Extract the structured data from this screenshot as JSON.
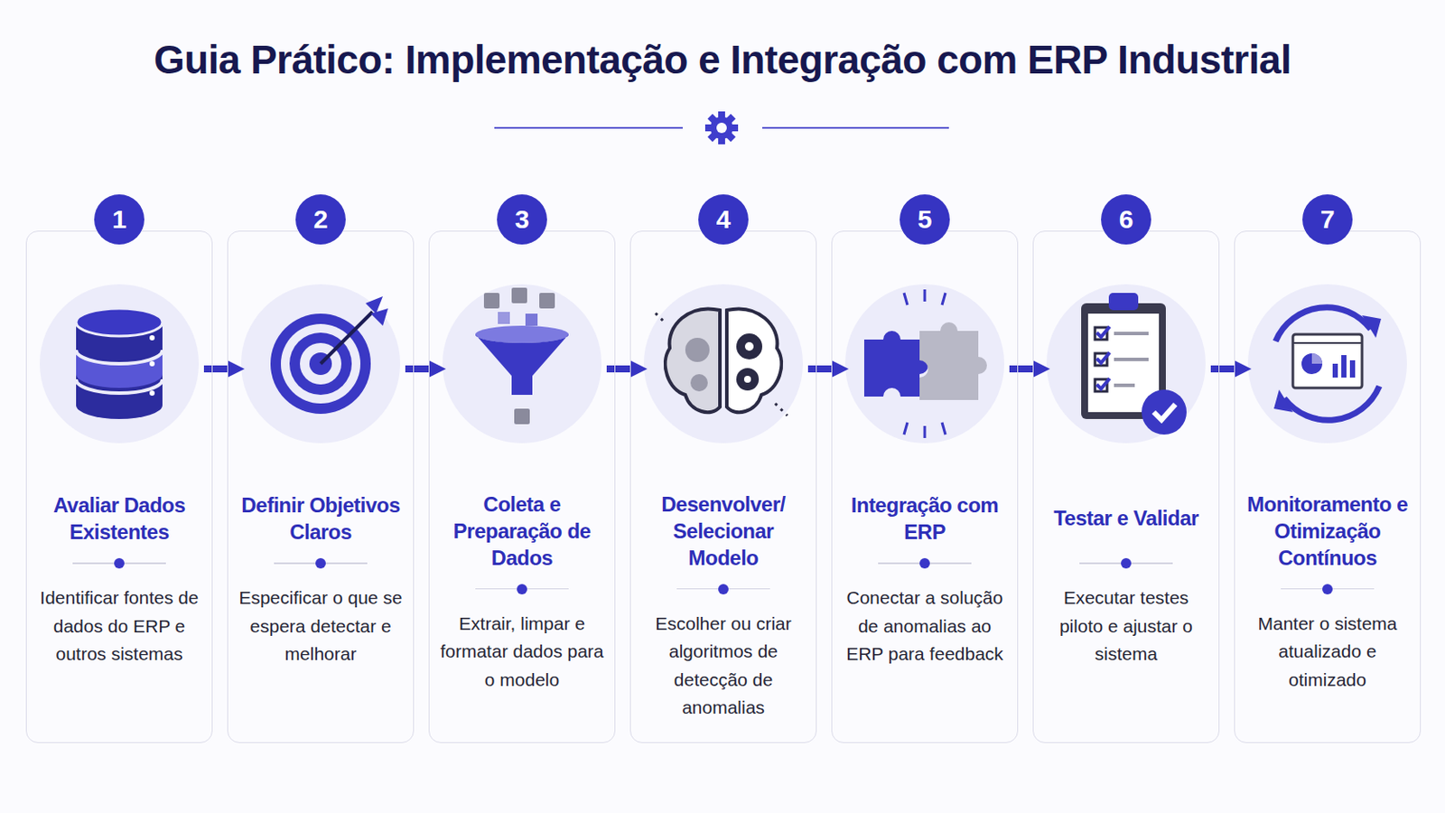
{
  "diagram": {
    "title": "Guia Prático: Implementação e Integração com ERP Industrial",
    "nodes": [
      {
        "text": [
          "Avaliar Dados Existentes",
          "Identificar fontes de dados do ERP e outros sistemas"
        ]
      },
      {
        "text": [
          "Definir Objetivos Claros",
          "Especificar o que se espera detectar e melhorar"
        ]
      },
      {
        "text": [
          "Coleta e Preparação de Dados",
          "Extrair, limpar e formatar dados para o modelo"
        ]
      },
      {
        "text": [
          "Desenvolver/ Selecionar Modelo",
          "Escolher ou criar algoritmos de detecção de anomalias"
        ]
      },
      {
        "text": [
          "Integração com ERP",
          "Conectar a solução de anomalias ao ERP para feedback"
        ]
      },
      {
        "text": [
          "Testar e Validar",
          "Executar testes piloto e ajustar o sistema"
        ]
      },
      {
        "text": [
          "Monitoramento e Otimização Contínuos",
          "Manter o sistema atualizado e otimizado"
        ]
      }
    ],
    "edges": [
      {
        "from": 0,
        "to": 1,
        "arrow": "to"
      },
      {
        "from": 1,
        "to": 2,
        "arrow": "to"
      },
      {
        "from": 2,
        "to": 3,
        "arrow": "to"
      },
      {
        "from": 3,
        "to": 4,
        "arrow": "to"
      },
      {
        "from": 4,
        "to": 5,
        "arrow": "to"
      },
      {
        "from": 5,
        "to": 6,
        "arrow": "to"
      }
    ],
    "labels": [
      "1",
      "2",
      "3",
      "4",
      "5",
      "6",
      "7"
    ]
  }
}
